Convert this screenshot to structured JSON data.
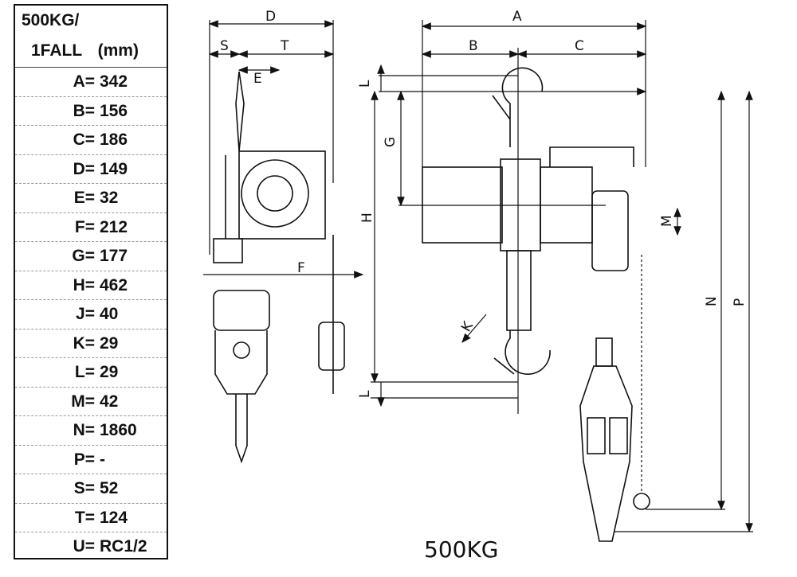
{
  "table": {
    "header_line1": "500KG/",
    "header_line2": "1FALL (mm)",
    "rows": [
      {
        "key": "A=",
        "value": "342"
      },
      {
        "key": "B=",
        "value": "156"
      },
      {
        "key": "C=",
        "value": "186"
      },
      {
        "key": "D=",
        "value": "149"
      },
      {
        "key": "E=",
        "value": "32"
      },
      {
        "key": "F=",
        "value": "212"
      },
      {
        "key": "G=",
        "value": "177"
      },
      {
        "key": "H=",
        "value": "462"
      },
      {
        "key": "J=",
        "value": "40"
      },
      {
        "key": "K=",
        "value": "29"
      },
      {
        "key": "L=",
        "value": "29"
      },
      {
        "key": "M=",
        "value": "42"
      },
      {
        "key": "N=",
        "value": "1860"
      },
      {
        "key": "P=",
        "value": "-"
      },
      {
        "key": "S=",
        "value": "52"
      },
      {
        "key": "T=",
        "value": "124"
      },
      {
        "key": "U=",
        "value": "RC1/2"
      }
    ]
  },
  "drawing": {
    "labels": {
      "D": "D",
      "S": "S",
      "T": "T",
      "E": "E",
      "F": "F",
      "A": "A",
      "B": "B",
      "C": "C",
      "L_top": "L",
      "G": "G",
      "H": "H",
      "K": "K",
      "L_bottom": "L",
      "M": "M",
      "N": "N",
      "P": "P"
    },
    "caption": "500KG"
  }
}
